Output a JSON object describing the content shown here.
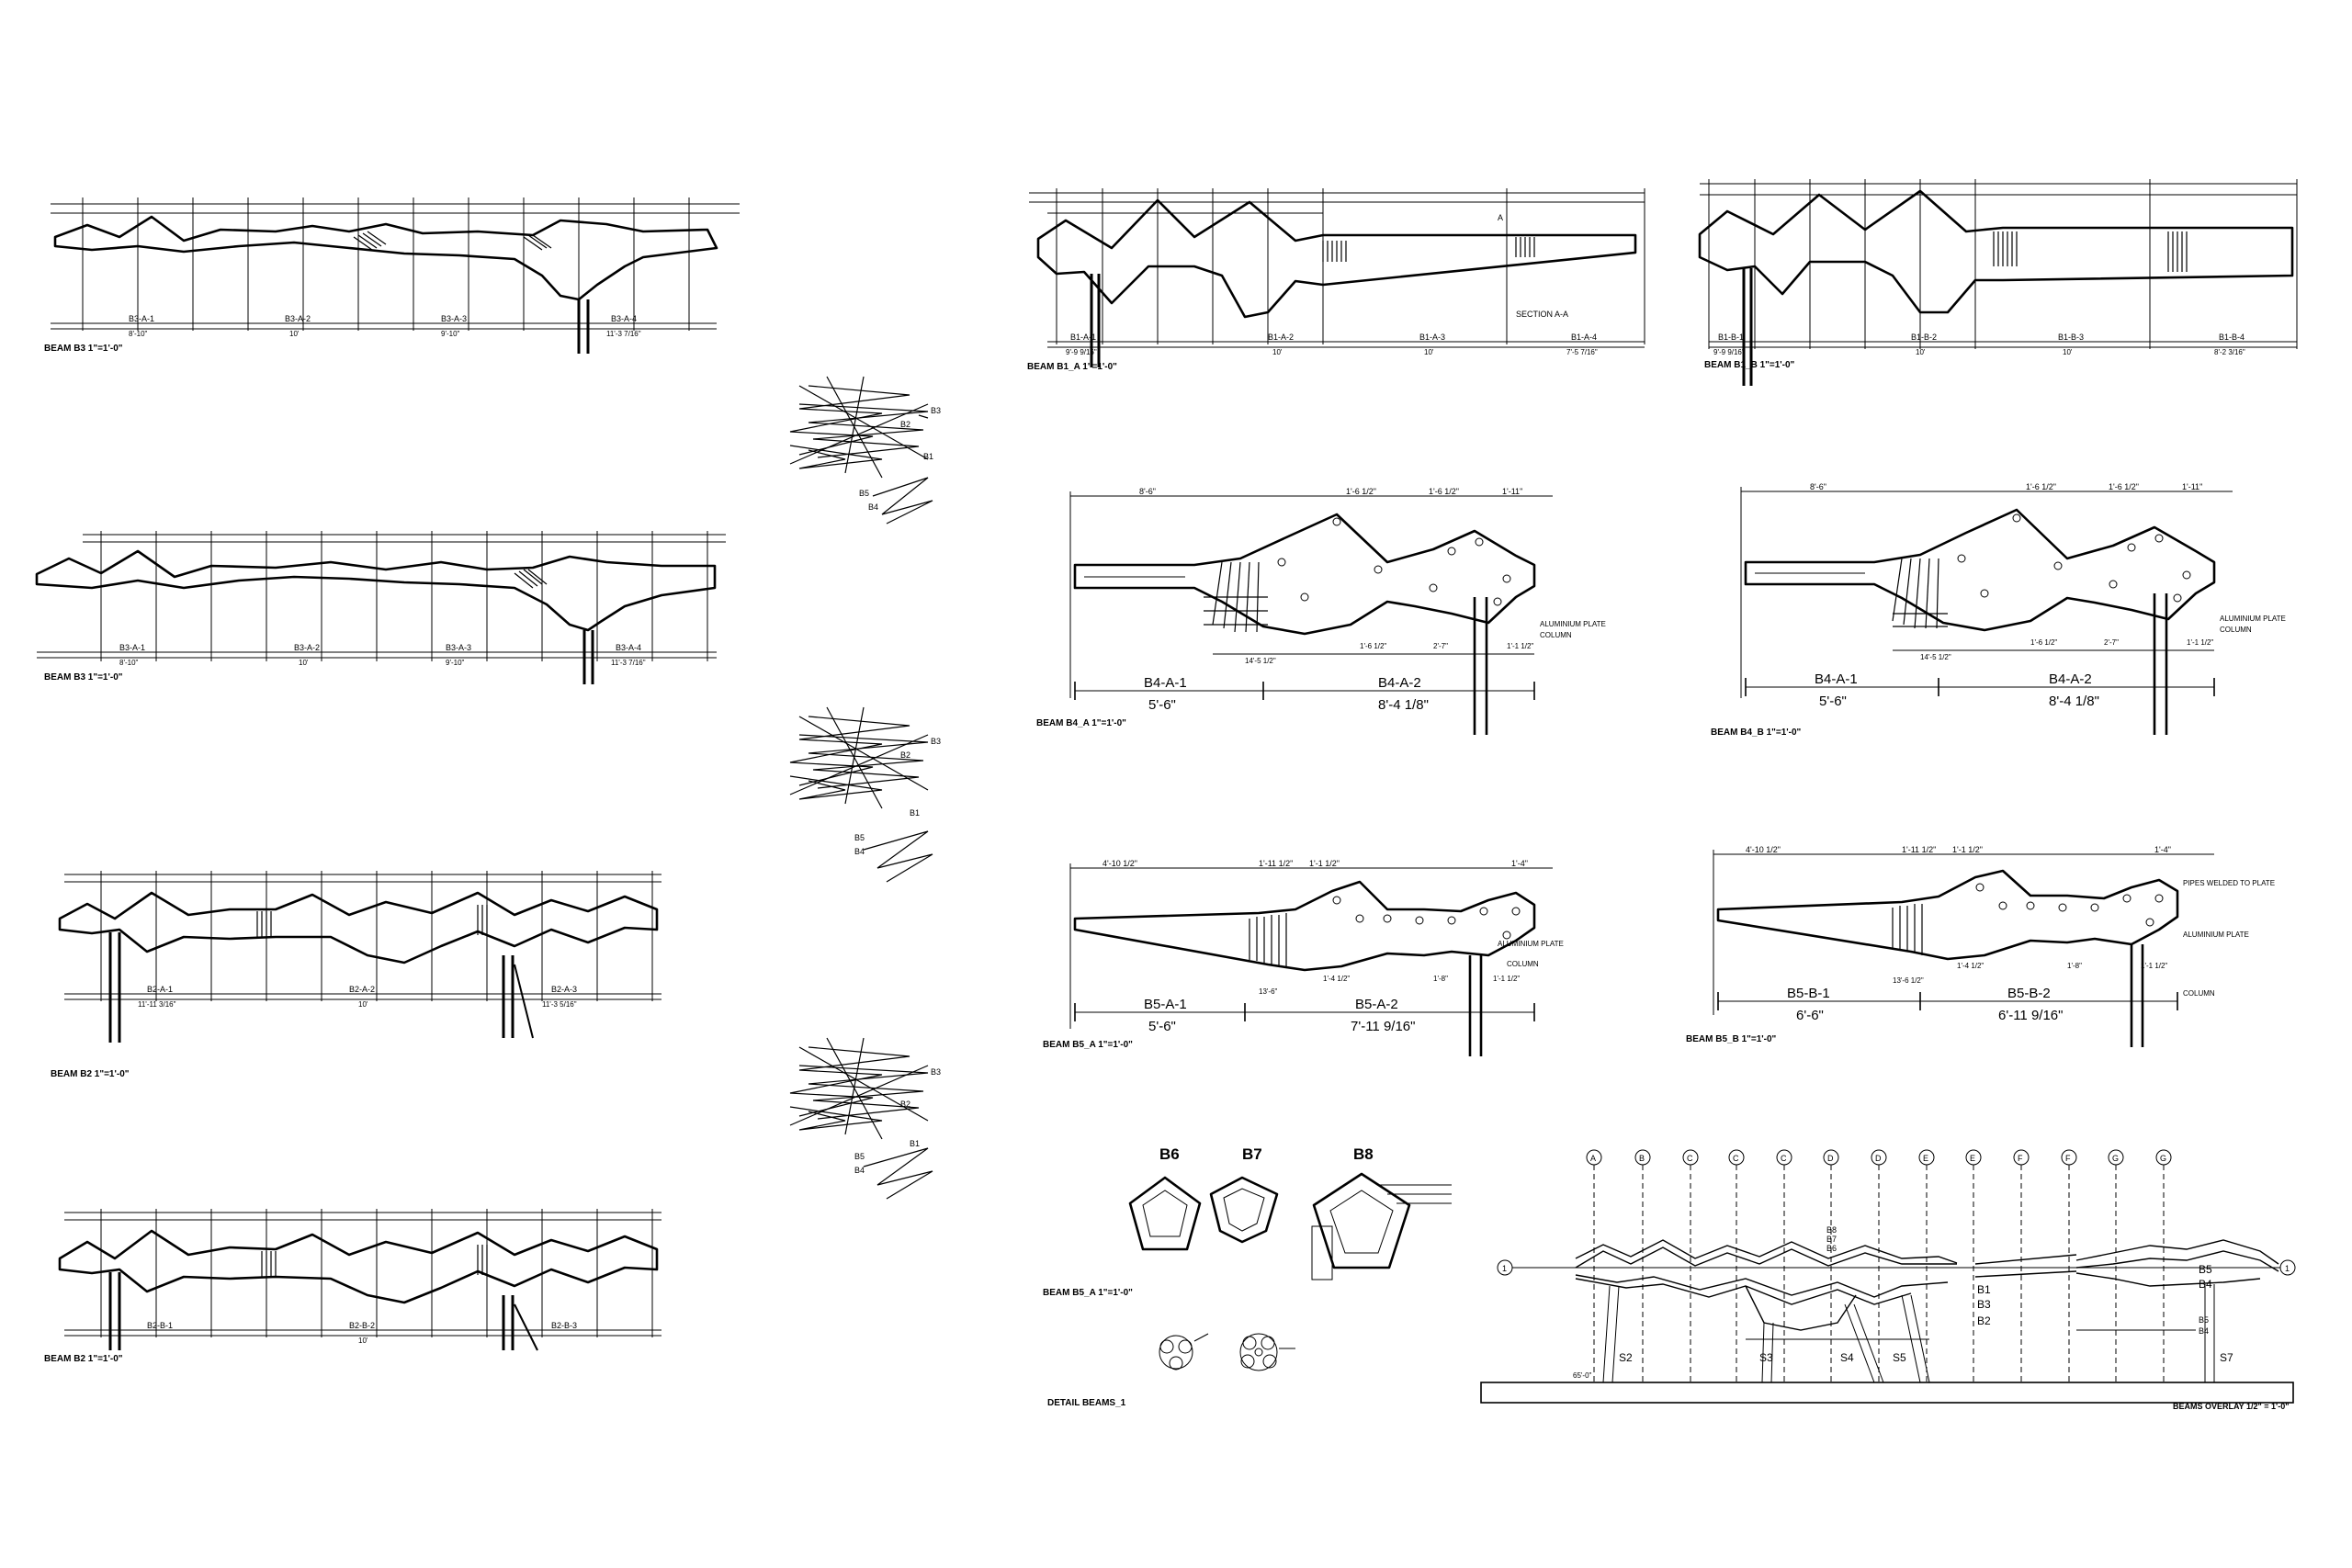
{
  "beams_left": [
    {
      "title": "BEAM B3  1\"=1'-0\"",
      "segments": [
        "B3-A-1",
        "B3-A-2",
        "B3-A-3",
        "B3-A-4"
      ],
      "dims": [
        "8'-10\"",
        "10'",
        "9'-10\"",
        "11'-3 7/16\""
      ]
    },
    {
      "title": "BEAM B3  1\"=1'-0\"",
      "segments": [
        "B3-A-1",
        "B3-A-2",
        "B3-A-3",
        "B3-A-4"
      ],
      "dims": [
        "8'-10\"",
        "10'",
        "9'-10\"",
        "11'-3 7/16\""
      ]
    },
    {
      "title": "BEAM B2  1\"=1'-0\"",
      "segments": [
        "B2-A-1",
        "B2-A-2",
        "B2-A-3"
      ],
      "dims": [
        "11'-11 3/16\"",
        "10'",
        "11'-3 5/16\""
      ]
    },
    {
      "title": "BEAM B2  1\"=1'-0\"",
      "segments": [
        "B2-B-1",
        "B2-B-2",
        "B2-B-3"
      ],
      "dims": [
        "",
        "10'",
        ""
      ]
    }
  ],
  "beam_b1a": {
    "title": "BEAM B1_A  1\"=1'-0\"",
    "segments": [
      "B1-A-1",
      "B1-A-2",
      "B1-A-3",
      "B1-A-4"
    ],
    "dims": [
      "9'-9 9/16\"",
      "10'",
      "10'",
      "7'-5 7/16\""
    ],
    "section": "SECTION A-A",
    "section_mark": "A"
  },
  "beam_b1b": {
    "title": "BEAM B1_B  1\"=1'-0\"",
    "segments": [
      "B1-B-1",
      "B1-B-2",
      "B1-B-3",
      "B1-B-4"
    ],
    "dims": [
      "9'-9 9/16\"",
      "10'",
      "10'",
      "8'-2 3/16\""
    ]
  },
  "beam_b4a": {
    "title": "BEAM B4_A  1\"=1'-0\"",
    "segments": [
      "B4-A-1",
      "B4-A-2"
    ],
    "dims": [
      "5'-6\"",
      "8'-4 1/8\""
    ],
    "top_dims": [
      "8'-6\"",
      "1'-6 1/2\"",
      "1'-6 1/2\"",
      "1'-11\""
    ],
    "sub_dims": [
      "14'-5 1/2\"",
      "1'-6 1/2\"",
      "2'-7\"",
      "1'-1 1/2\""
    ],
    "notes": [
      "ALUMINIUM PLATE",
      "COLUMN"
    ]
  },
  "beam_b4b": {
    "title": "BEAM B4_B  1\"=1'-0\"",
    "segments": [
      "B4-A-1",
      "B4-A-2"
    ],
    "dims": [
      "5'-6\"",
      "8'-4 1/8\""
    ],
    "top_dims": [
      "8'-6\"",
      "1'-6 1/2\"",
      "1'-6 1/2\"",
      "1'-11\""
    ],
    "sub_dims": [
      "14'-5 1/2\"",
      "1'-6 1/2\"",
      "2'-7\"",
      "1'-1 1/2\""
    ],
    "notes": [
      "ALUMINIUM PLATE",
      "COLUMN"
    ]
  },
  "beam_b5a": {
    "title": "BEAM B5_A  1\"=1'-0\"",
    "segments": [
      "B5-A-1",
      "B5-A-2"
    ],
    "dims": [
      "5'-6\"",
      "7'-11 9/16\""
    ],
    "top_dims": [
      "4'-10 1/2\"",
      "1'-11 1/2\"",
      "1'-1 1/2\"",
      "1'-4\""
    ],
    "sub_dims": [
      "13'-6\"",
      "1'-4 1/2\"",
      "1'-8\"",
      "1'-1 1/2\""
    ],
    "notes": [
      "ALUMINIUM PLATE",
      "COLUMN"
    ]
  },
  "beam_b5b": {
    "title": "BEAM B5_B  1\"=1'-0\"",
    "segments": [
      "B5-B-1",
      "B5-B-2"
    ],
    "dims": [
      "6'-6\"",
      "6'-11 9/16\""
    ],
    "top_dims": [
      "4'-10 1/2\"",
      "1'-11 1/2\"",
      "1'-1 1/2\"",
      "1'-4\""
    ],
    "sub_dims": [
      "13'-6 1/2\"",
      "1'-4 1/2\"",
      "1'-8\"",
      "1'-1 1/2\""
    ],
    "notes": [
      "PIPES WELDED TO PLATE",
      "ALUMINIUM PLATE",
      "COLUMN"
    ]
  },
  "axon_labels": [
    [
      "B3",
      "B2",
      "B1",
      "B5",
      "B4"
    ],
    [
      "B3",
      "B2",
      "B1",
      "B5",
      "B4"
    ],
    [
      "B3",
      "B2",
      "B1",
      "B5",
      "B4"
    ]
  ],
  "sections": {
    "labels": [
      "B6",
      "B7",
      "B8"
    ],
    "title": "BEAM B5_A  1\"=1'-0\"",
    "detail_title": "DETAIL BEAMS_1"
  },
  "overlay": {
    "title": "BEAMS OVERLAY  1/2\" = 1'-0\"",
    "grid": [
      "A",
      "B",
      "C",
      "C",
      "C",
      "D",
      "D",
      "E",
      "E",
      "F",
      "F",
      "G",
      "G"
    ],
    "row_mark": "1",
    "beam_labels": [
      "B1",
      "B3",
      "B2",
      "B5",
      "B4"
    ],
    "stack_left": [
      "B8",
      "B7",
      "B6"
    ],
    "stack_right": [
      "B5",
      "B4"
    ],
    "supports": [
      "S2",
      "S3",
      "S4",
      "S5",
      "S7"
    ],
    "span": "65'-0\""
  }
}
